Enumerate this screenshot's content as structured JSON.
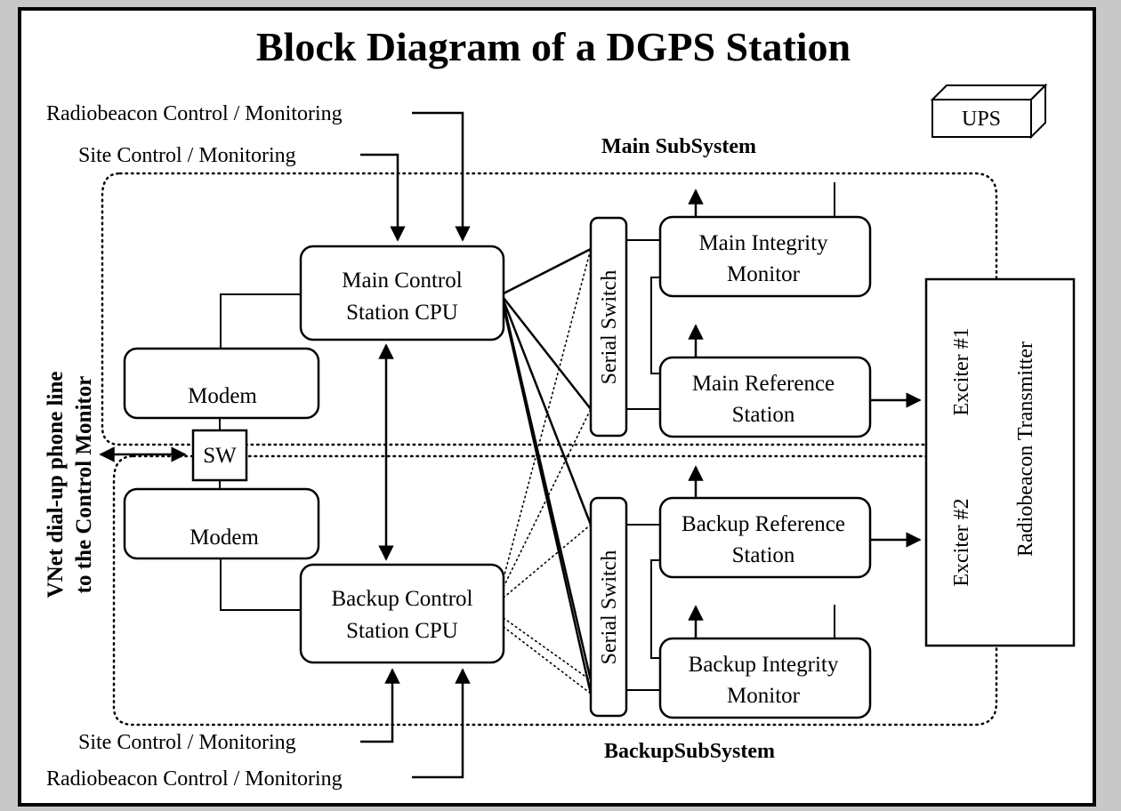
{
  "title": "Block Diagram of a DGPS Station",
  "subsystems": {
    "main": "Main SubSystem",
    "backup": "BackupSubSystem"
  },
  "inputs": {
    "radiobeacon_top": "Radiobeacon Control / Monitoring",
    "site_top": "Site Control / Monitoring",
    "site_bottom": "Site Control / Monitoring",
    "radiobeacon_bottom": "Radiobeacon Control / Monitoring"
  },
  "blocks": {
    "ups": "UPS",
    "main_cpu": [
      "Main Control",
      "Station CPU"
    ],
    "backup_cpu": [
      "Backup Control",
      "Station CPU"
    ],
    "modem_top": "Modem",
    "modem_bottom": "Modem",
    "sw": "SW",
    "serial_switch_top": "Serial Switch",
    "serial_switch_bottom": "Serial Switch",
    "main_integrity": [
      "Main Integrity",
      "Monitor"
    ],
    "main_reference": [
      "Main Reference",
      "Station"
    ],
    "backup_reference": [
      "Backup Reference",
      "Station"
    ],
    "backup_integrity": [
      "Backup Integrity",
      "Monitor"
    ],
    "exciter1": "Exciter #1",
    "exciter2": "Exciter #2",
    "radiobeacon_transmitter": "Radiobeacon Transmitter"
  },
  "phone_line": [
    "VNet dial-up phone line",
    "to the Control Monitor"
  ]
}
